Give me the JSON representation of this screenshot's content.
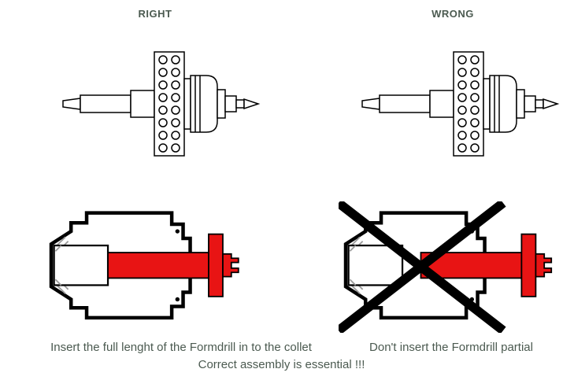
{
  "colors": {
    "text": "#4b5a50",
    "red": "#e81414",
    "ink": "#000000"
  },
  "columns": {
    "right": {
      "label": "RIGHT",
      "caption": "Insert the full lenght of the Formdrill in to the collet"
    },
    "wrong": {
      "label": "WRONG",
      "caption": "Don't insert the Formdrill partial"
    }
  },
  "footer": {
    "text": "Correct assembly is essential !!!"
  }
}
